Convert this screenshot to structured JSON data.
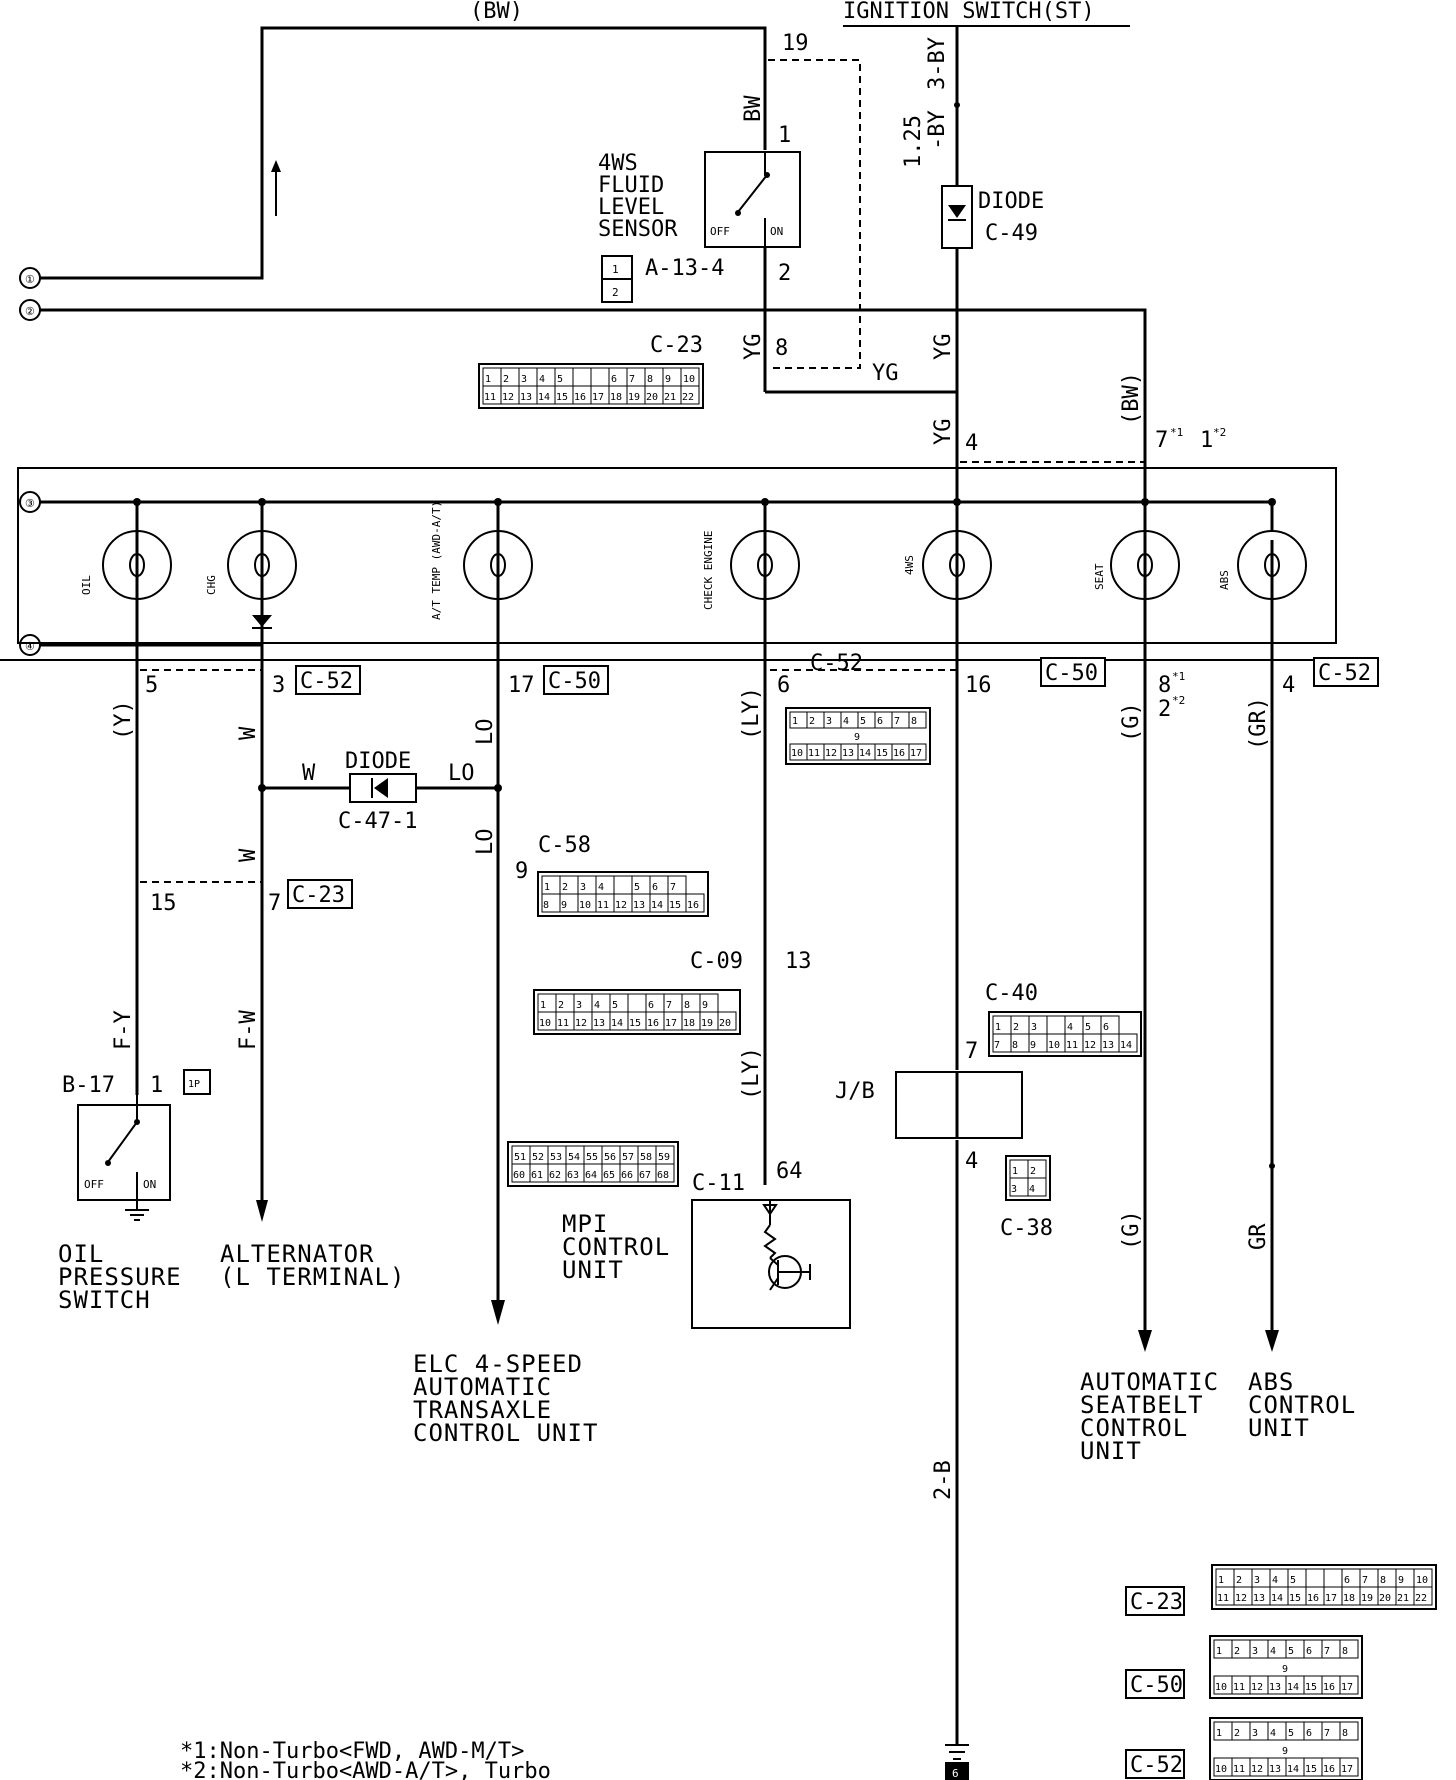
{
  "header": {
    "bw_top": "(BW)",
    "ignition": "IGNITION SWITCH(ST)"
  },
  "connector_refs": [
    "①",
    "②",
    "③",
    "④"
  ],
  "fluid_sensor": {
    "name_lines": [
      "4WS",
      "FLUID",
      "LEVEL",
      "SENSOR"
    ],
    "connector": "A-13-4",
    "pin_top": "1",
    "pin_bottom": "2",
    "pin_in": "19",
    "wire": "BW",
    "off": "OFF",
    "on": "ON",
    "grid": [
      "1",
      "2"
    ]
  },
  "diode_top": {
    "label": "DIODE",
    "connector": "C-49",
    "wire_a": "1.25",
    "wire_b": "-BY",
    "wire_c": "3-BY"
  },
  "c23_top": {
    "label": "C-23",
    "pin": "8",
    "wire_left": "YG",
    "wire_right": "YG",
    "wire_vert": "YG"
  },
  "junction": {
    "yg": "YG",
    "pin4": "4",
    "bw": "(BW)",
    "pin7": "7",
    "sup1": "*1",
    "pin1": "1",
    "sup2": "*2"
  },
  "lamps": [
    {
      "label": "OIL"
    },
    {
      "label": "CHG"
    },
    {
      "label": "A/T TEMP (AWD-A/T)"
    },
    {
      "label": "CHECK ENGINE"
    },
    {
      "label": "4WS"
    },
    {
      "label": "SEAT"
    },
    {
      "label": "ABS"
    }
  ],
  "pins_row": {
    "oil": "5",
    "chg": "3",
    "at": "17",
    "check": "6",
    "ws4": "16",
    "seat_a": "8",
    "seat_a_sup": "*1",
    "seat_b": "2",
    "seat_b_sup": "*2",
    "abs": "4"
  },
  "conn_tags": {
    "c52_a": "C-52",
    "c50_a": "C-50",
    "c52_mid": "C-52",
    "c50_b": "C-50",
    "c52_b": "C-52",
    "c23_b": "C-23",
    "c58": "C-58",
    "c09": "C-09",
    "c11": "C-11",
    "c40": "C-40",
    "c38": "C-38"
  },
  "wire_labels": {
    "y": "(Y)",
    "w1": "W",
    "lo1": "LO",
    "ly1": "(LY)",
    "g1": "(G)",
    "gr1": "(GR)",
    "w_h": "W",
    "lo_h": "LO",
    "lo2": "LO",
    "w2": "W",
    "fy": "F-Y",
    "fw": "F-W",
    "ly2": "(LY)",
    "g2": "(G)",
    "gr2": "GR",
    "b2": "2-B"
  },
  "diode_mid": {
    "label": "DIODE",
    "connector": "C-47-1"
  },
  "pins_misc": {
    "p15": "15",
    "p7": "7",
    "p9": "9",
    "p13": "13",
    "p64": "64",
    "p7jb": "7",
    "p4jb": "4",
    "p1": "1"
  },
  "b17": {
    "label": "B-17",
    "tag": "1P",
    "off": "OFF",
    "on": "ON"
  },
  "jb": {
    "label": "J/B"
  },
  "destinations": {
    "oil": [
      "OIL",
      "PRESSURE",
      "SWITCH"
    ],
    "alt": [
      "ALTERNATOR",
      "(L TERMINAL)"
    ],
    "elc": [
      "ELC 4-SPEED",
      "AUTOMATIC",
      "TRANSAXLE",
      "CONTROL UNIT"
    ],
    "mpi": [
      "MPI",
      "CONTROL",
      "UNIT"
    ],
    "seatbelt": [
      "AUTOMATIC",
      "SEATBELT",
      "CONTROL",
      "UNIT"
    ],
    "abs": [
      "ABS",
      "CONTROL",
      "UNIT"
    ]
  },
  "connector_grids": {
    "c23": {
      "row1": [
        "1",
        "2",
        "3",
        "4",
        "5",
        "",
        "",
        "6",
        "7",
        "8",
        "9",
        "10"
      ],
      "row2": [
        "11",
        "12",
        "13",
        "14",
        "15",
        "16",
        "17",
        "18",
        "19",
        "20",
        "21",
        "22"
      ]
    },
    "c52": {
      "row1": [
        "1",
        "2",
        "3",
        "4",
        "5",
        "6",
        "7",
        "8"
      ],
      "row_mid": "9",
      "row2": [
        "10",
        "11",
        "12",
        "13",
        "14",
        "15",
        "16",
        "17"
      ]
    },
    "c50": {
      "row1": [
        "1",
        "2",
        "3",
        "4",
        "5",
        "6",
        "7",
        "8"
      ],
      "row_mid": "9",
      "row2": [
        "10",
        "11",
        "12",
        "13",
        "14",
        "15",
        "16",
        "17"
      ]
    },
    "c58": {
      "row1": [
        "1",
        "2",
        "3",
        "4",
        "",
        "5",
        "6",
        "7"
      ],
      "row2": [
        "8",
        "9",
        "10",
        "11",
        "12",
        "13",
        "14",
        "15",
        "16"
      ]
    },
    "c09": {
      "row1": [
        "1",
        "2",
        "3",
        "4",
        "5",
        "",
        "6",
        "7",
        "8",
        "9"
      ],
      "row2": [
        "10",
        "11",
        "12",
        "13",
        "14",
        "15",
        "16",
        "17",
        "18",
        "19",
        "20"
      ]
    },
    "c11": {
      "row1": [
        "51",
        "52",
        "53",
        "54",
        "55",
        "56",
        "57",
        "58",
        "59"
      ],
      "row2": [
        "60",
        "61",
        "62",
        "63",
        "64",
        "65",
        "66",
        "67",
        "68"
      ]
    },
    "c40": {
      "row1": [
        "1",
        "2",
        "3",
        "",
        "4",
        "5",
        "6"
      ],
      "row2": [
        "7",
        "8",
        "9",
        "10",
        "11",
        "12",
        "13",
        "14"
      ]
    },
    "c38": {
      "row1": [
        "1",
        "2"
      ],
      "row2": [
        "3",
        "4"
      ]
    }
  },
  "legend": {
    "c23": "C-23",
    "c50": "C-50",
    "c52": "C-52"
  },
  "footnotes": [
    "*1:Non-Turbo<FWD, AWD-M/T>",
    "*2:Non-Turbo<AWD-A/T>, Turbo"
  ],
  "page_badge": "6"
}
